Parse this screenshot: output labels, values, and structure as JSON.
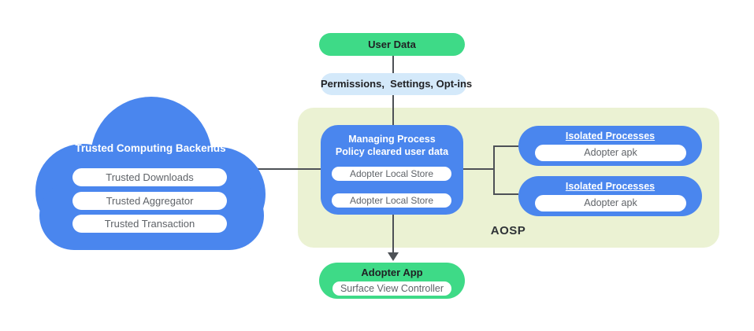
{
  "colors": {
    "blue": "#4A86EE",
    "green": "#3EDA87",
    "pale-blue": "#D4E9FA",
    "pale-green": "#EBF2D3",
    "line": "#4D5156",
    "dark-text": "#202124",
    "gray-text": "#5F6368"
  },
  "diagram": {
    "user_data": {
      "label": "User Data"
    },
    "permissions": {
      "label": "Permissions,  Settings, Opt-ins"
    },
    "cloud": {
      "title": "Trusted Computing Backends",
      "items": [
        "Trusted Downloads",
        "Trusted Aggregator",
        "Trusted Transaction"
      ]
    },
    "aosp": {
      "label": "AOSP"
    },
    "managing_process": {
      "title_line1": "Managing Process",
      "title_line2": "Policy cleared user data",
      "stores": [
        "Adopter Local Store",
        "Adopter Local Store"
      ]
    },
    "isolated_processes": [
      {
        "title": "Isolated Processes",
        "item": "Adopter apk"
      },
      {
        "title": "Isolated Processes",
        "item": "Adopter apk"
      }
    ],
    "adopter_app": {
      "title": "Adopter App",
      "item": "Surface View Controller"
    }
  }
}
